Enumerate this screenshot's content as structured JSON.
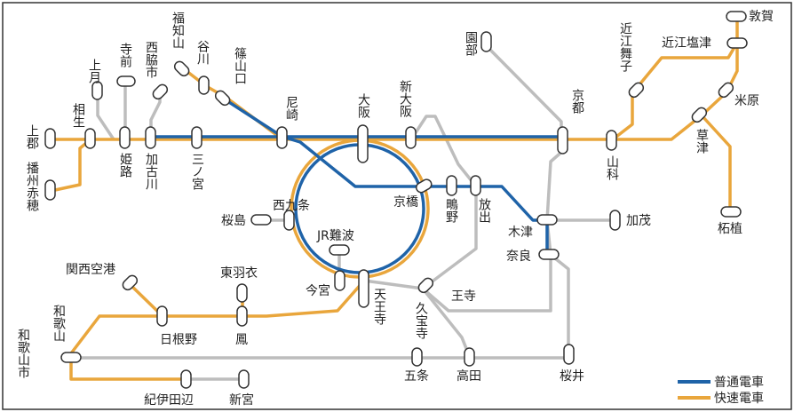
{
  "colors": {
    "local": "#1f63a8",
    "rapid": "#e9a63c",
    "other": "#bdbdbd",
    "frame": "#333333",
    "station_fill": "#ffffff",
    "station_stroke": "#333333"
  },
  "legend": {
    "local_label": "普通電車",
    "rapid_label": "快速電車"
  },
  "stations": {
    "tsuruga": "敦賀",
    "omi_shiotsu": "近江塩津",
    "omi_maiko": "近江舞子",
    "maibara": "米原",
    "kusatsu": "草津",
    "tsuge": "柘植",
    "yamashina": "山科",
    "kyoto": "京都",
    "sonobe": "園部",
    "shin_osaka": "新大阪",
    "osaka": "大阪",
    "amagasaki": "尼崎",
    "sasayamaguchi": "篠山口",
    "tanigawa": "谷川",
    "fukuchiyama": "福知山",
    "nishiwaki": "西脇市",
    "teramae": "寺前",
    "kozuki": "上月",
    "aioi": "相生",
    "kamigori": "上郡",
    "banshu_ako": "播州赤穂",
    "himeji": "姫路",
    "kakogawa": "加古川",
    "sannomiya": "三ノ宮",
    "sakurajima": "桜島",
    "nishikujo": "西九条",
    "jr_namba": "JR難波",
    "imamiya": "今宮",
    "tennoji": "天王寺",
    "kyobashi": "京橋",
    "shigino": "鴫野",
    "hanaten": "放出",
    "kizu": "木津",
    "kamo": "加茂",
    "nara": "奈良",
    "oji": "王寺",
    "kudaraji": "久宝寺",
    "gojo": "五条",
    "takada": "高田",
    "sakurai": "桜井",
    "kansai_airport": "関西空港",
    "higashi_hagoromo": "東羽衣",
    "hineno": "日根野",
    "otori": "鳳",
    "wakayama": "和歌山",
    "wakayamashi": "和歌山市",
    "kii_tanabe": "紀伊田辺",
    "shingu": "新宮"
  }
}
